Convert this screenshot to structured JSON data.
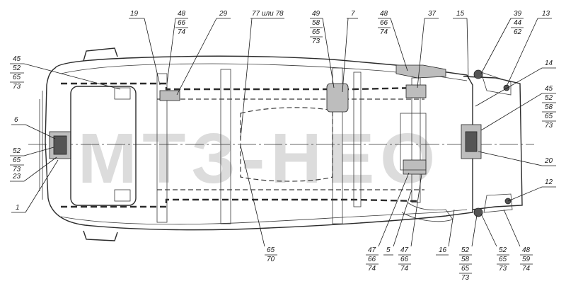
{
  "watermark": "МТЗ-НЕО",
  "callouts": {
    "c19": "19",
    "c48a": [
      "48",
      "66",
      "74"
    ],
    "c29": "29",
    "c77": "77 или 78",
    "c49": [
      "49",
      "58",
      "65",
      "73"
    ],
    "c7": "7",
    "c48b": [
      "48",
      "66",
      "74"
    ],
    "c37": "37",
    "c15": "15",
    "c39": [
      "39",
      "44",
      "62"
    ],
    "c13": "13",
    "c45a": [
      "45",
      "52",
      "65",
      "73"
    ],
    "c14": "14",
    "c45b": [
      "45",
      "52",
      "58",
      "65",
      "73"
    ],
    "c6": "6",
    "c52a": [
      "52",
      "65",
      "73"
    ],
    "c20": "20",
    "c23": "23",
    "c12": "12",
    "c1": "1",
    "c65": [
      "65",
      "70"
    ],
    "c47a": [
      "47",
      "66",
      "74"
    ],
    "c5": "5",
    "c47b": [
      "47",
      "66",
      "74"
    ],
    "c16": "16",
    "c52b": [
      "52",
      "58",
      "65",
      "73"
    ],
    "c52c": [
      "52",
      "65",
      "73"
    ],
    "c48c": [
      "48",
      "59",
      "74"
    ]
  }
}
